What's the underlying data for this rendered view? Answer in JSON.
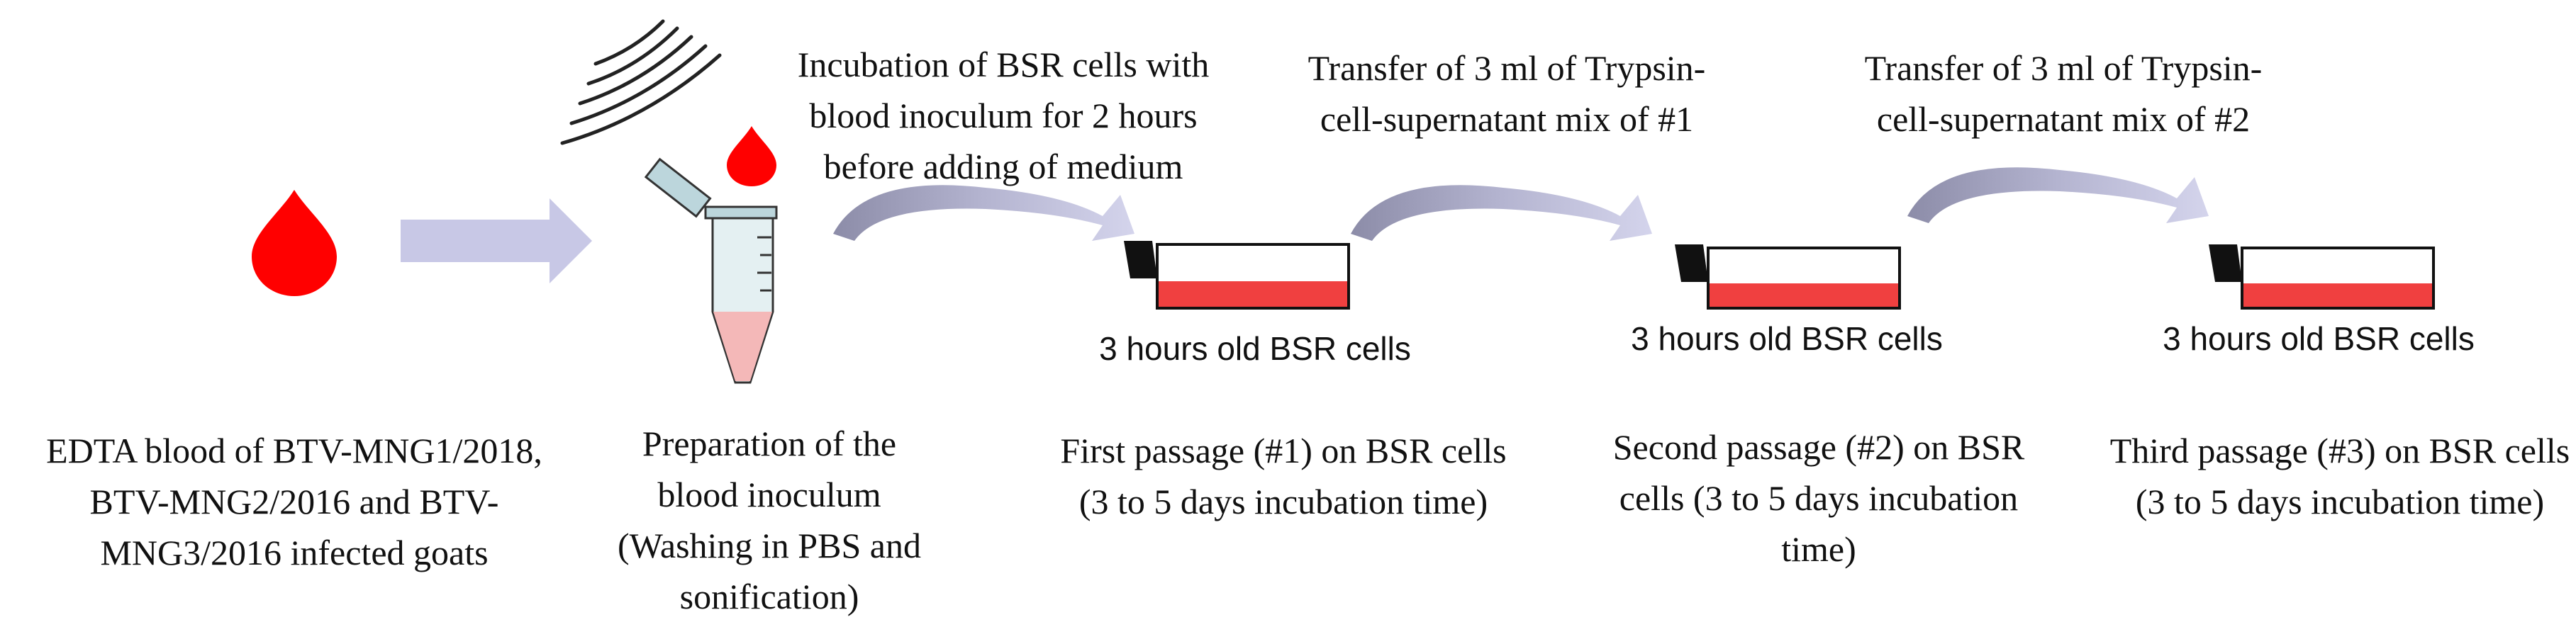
{
  "captions": {
    "blood": "EDTA blood of BTV-MNG1/2018, BTV-MNG2/2016 and BTV-MNG3/2016 infected goats",
    "preparation": "Preparation of the blood inoculum (Washing in PBS and sonification)",
    "passage1": "First passage (#1) on BSR cells (3 to 5 days incubation time)",
    "passage2": "Second passage (#2) on BSR cells (3 to 5 days incubation time)",
    "passage3": "Third passage (#3) on BSR cells (3 to 5 days incubation time)"
  },
  "arc_labels": {
    "incubation": "Incubation of BSR cells with blood inoculum for 2 hours before adding of medium",
    "transfer1": "Transfer of 3 ml of Trypsin-cell-supernatant mix of #1",
    "transfer2": "Transfer of 3 ml of Trypsin-cell-supernatant mix of #2"
  },
  "flask_labels": {
    "flask1": "3 hours old BSR cells",
    "flask2": "3 hours old BSR cells",
    "flask3": "3 hours old BSR cells"
  },
  "colors": {
    "blood": "#ff0000",
    "medium": "#f04040",
    "arrow": "#c8c8e6",
    "arc_dark": "#8c8ca8",
    "tube_fill": "#f4b8b8",
    "tube_body": "#d8ecee"
  }
}
